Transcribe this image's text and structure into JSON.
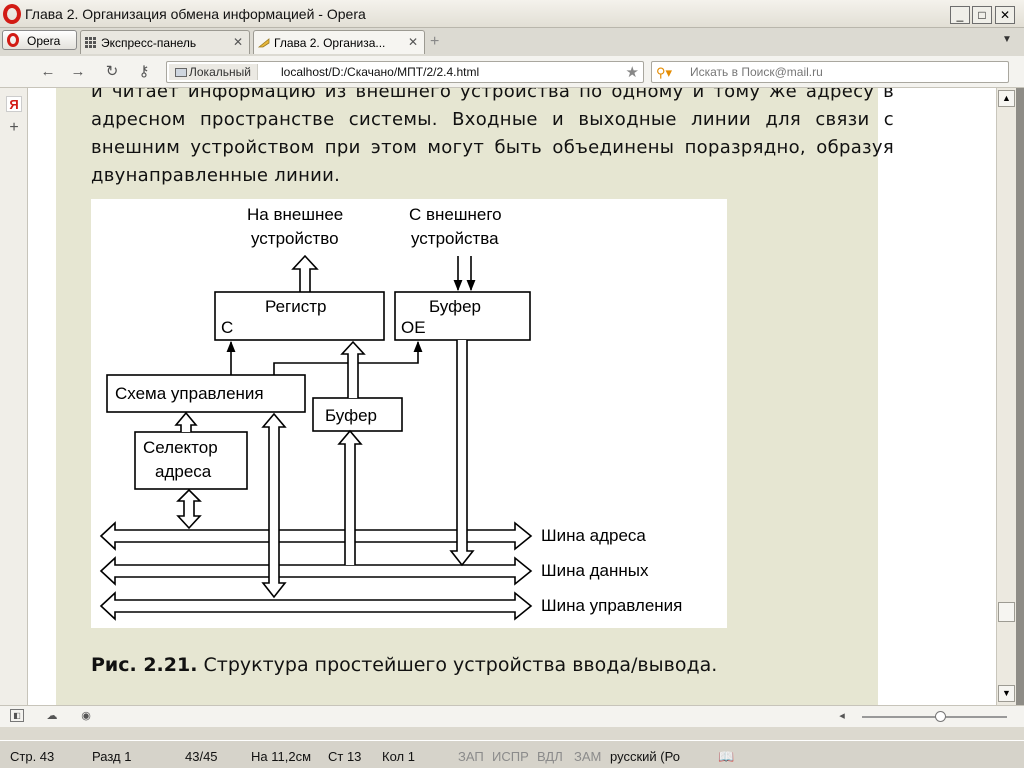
{
  "window": {
    "title": "Глава 2. Организация обмена информацией - Opera"
  },
  "tabs": {
    "menu_label": "Opera",
    "items": [
      {
        "label": "Экспресс-панель"
      },
      {
        "label": "Глава 2. Организа..."
      }
    ]
  },
  "nav": {
    "location_label": "Локальный",
    "url": "localhost/D:/Скачано/МПТ/2/2.4.html",
    "search_placeholder": "Искать в Поиск@mail.ru"
  },
  "page": {
    "paragraph": "и читает информацию из внешнего устройства по одному и тому же адресу в адресном пространстве системы. Входные и выходные линии для связи с внешним устройством при этом могут быть объединены поразрядно, образуя двунаправленные линии.",
    "figure": {
      "to_device": [
        "На внешнее",
        "устройство"
      ],
      "from_device": [
        "С внешнего",
        "устройства"
      ],
      "register": "Регистр",
      "register_c": "C",
      "buffer_top": "Буфер",
      "buffer_oe": "OE",
      "control_scheme": "Схема управления",
      "buffer_mid": "Буфер",
      "selector": [
        "Селектор",
        "адреса"
      ],
      "bus_address": "Шина адреса",
      "bus_data": "Шина данных",
      "bus_control": "Шина управления"
    },
    "caption_num": "Рис. 2.21.",
    "caption_text": "Структура простейшего устройства ввода/вывода."
  },
  "status": {
    "page": "Стр. 43",
    "section": "Разд 1",
    "pages": "43/45",
    "at": "На 11,2см",
    "line": "Ст 13",
    "col": "Кол 1",
    "rec": "ЗАП",
    "trk": "ИСПР",
    "ext": "ВДЛ",
    "ovr": "ЗАМ",
    "lang": "русский (Ро"
  },
  "colors": {
    "paper": "#e6e6d2",
    "opera_red": "#d21b14"
  }
}
